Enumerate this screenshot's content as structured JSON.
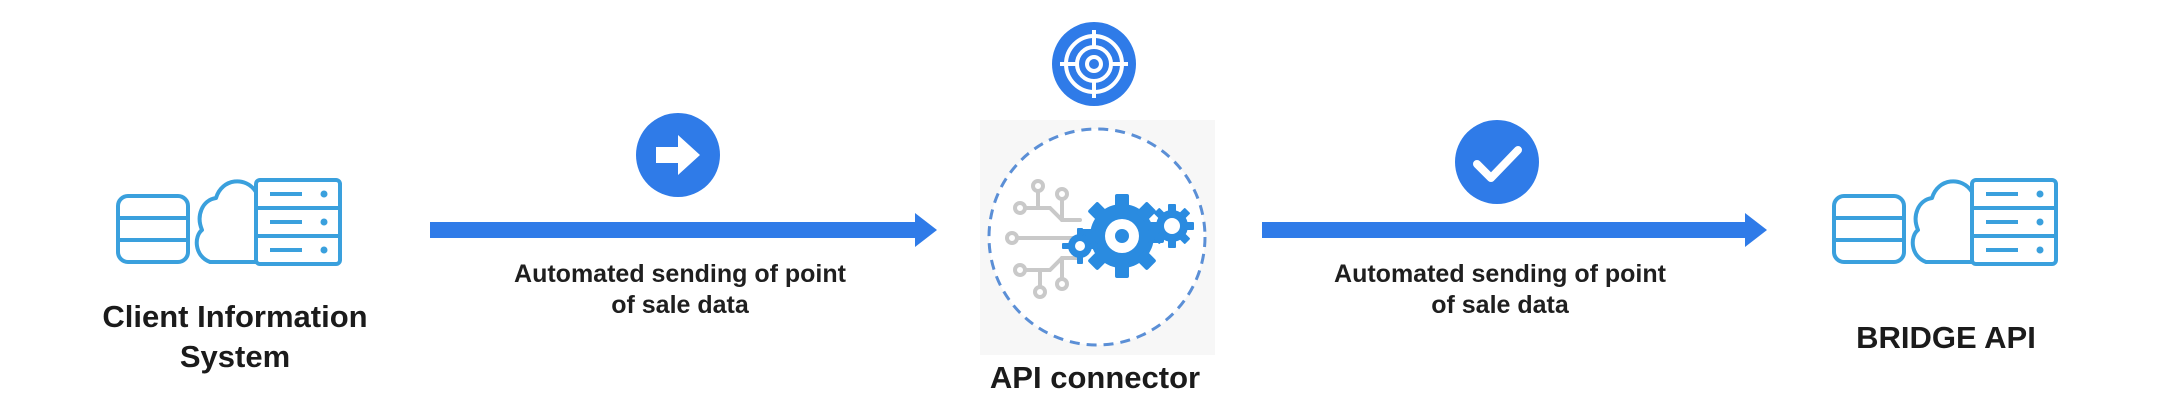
{
  "nodes": {
    "client": {
      "label_line1": "Client Information",
      "label_line2": "System",
      "icon": "database-cloud-server-icon"
    },
    "connector": {
      "label": "API connector",
      "icon": "gears-circuit-icon",
      "top_icon": "target-icon"
    },
    "bridge": {
      "label": "BRIDGE API",
      "icon": "database-cloud-server-icon"
    }
  },
  "flows": {
    "first": {
      "line1": "Automated sending of point",
      "line2": "of sale data",
      "badge_icon": "arrow-right-icon"
    },
    "second": {
      "line1": "Automated sending of point",
      "line2": "of sale data",
      "badge_icon": "checkmark-icon"
    }
  },
  "colors": {
    "accent": "#2f7be8",
    "icon_stroke": "#3aa0dd",
    "gear": "#2a8be0",
    "dashed_ring": "#5b8fd6",
    "circuit": "#c9c9c9"
  }
}
